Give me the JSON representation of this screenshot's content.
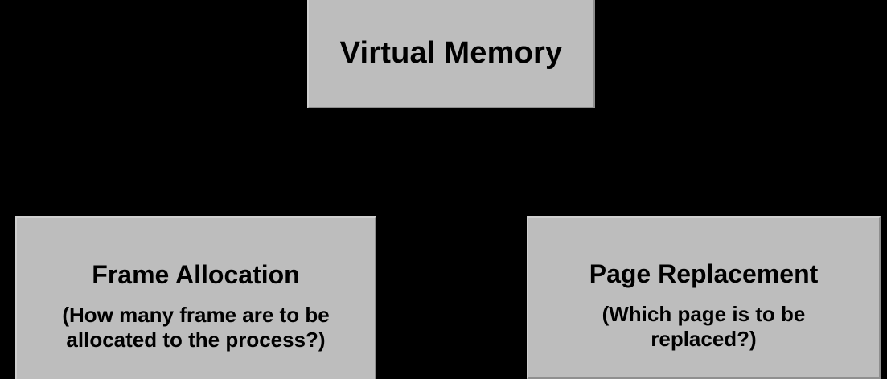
{
  "diagram": {
    "type": "hierarchy-tree",
    "background_color": "#000000",
    "node_fill_color": "#bdbdbd",
    "node_text_color": "#000000",
    "root": {
      "id": "virtual-memory",
      "title": "Virtual Memory"
    },
    "children": [
      {
        "id": "frame-allocation",
        "title": "Frame Allocation",
        "subtitle_lines": [
          "(How many frame are to be",
          "allocated to the process?)"
        ]
      },
      {
        "id": "page-replacement",
        "title": "Page Replacement",
        "subtitle_lines": [
          "(Which page is to be",
          "replaced?)"
        ]
      }
    ]
  }
}
